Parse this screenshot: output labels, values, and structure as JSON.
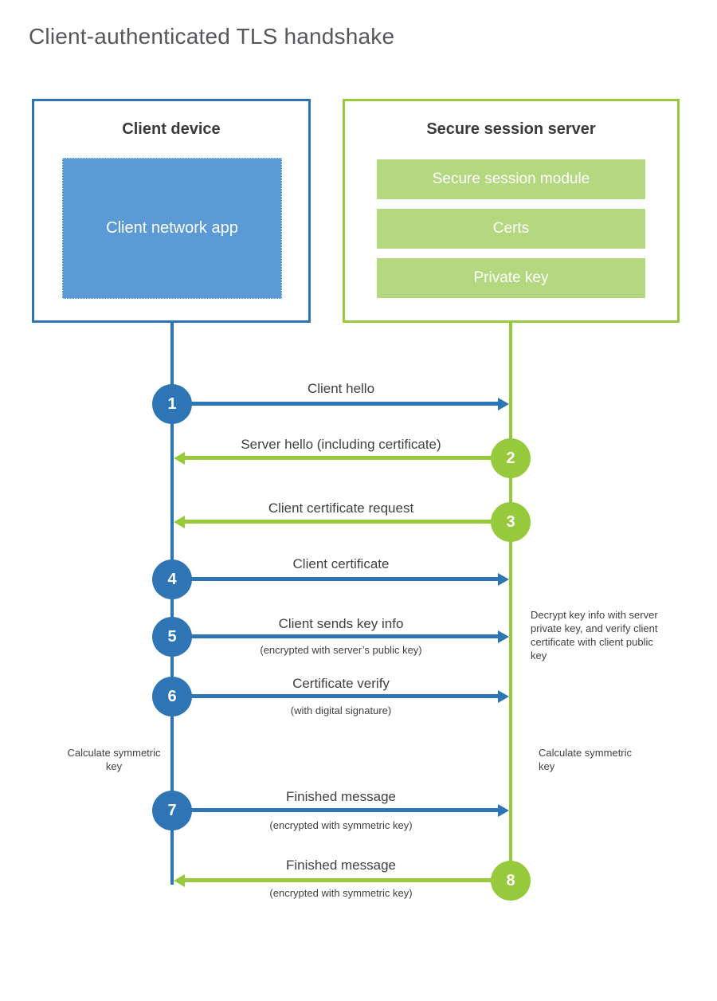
{
  "title": "Client-authenticated TLS handshake",
  "colors": {
    "blue": "#2e75b6",
    "blue_fill": "#5b9ad5",
    "green": "#97c93c",
    "green_fill": "#b4d87f",
    "text": "#414042"
  },
  "client": {
    "title": "Client device",
    "app_label": "Client network app"
  },
  "server": {
    "title": "Secure session server",
    "modules": [
      "Secure session module",
      "Certs",
      "Private key"
    ]
  },
  "messages": [
    {
      "step": "1",
      "label": "Client hello",
      "from": "client",
      "to": "server"
    },
    {
      "step": "2",
      "label": "Server hello (including certificate)",
      "from": "server",
      "to": "client"
    },
    {
      "step": "3",
      "label": "Client certificate request",
      "from": "server",
      "to": "client"
    },
    {
      "step": "4",
      "label": "Client certificate",
      "from": "client",
      "to": "server"
    },
    {
      "step": "5",
      "label": "Client sends key info",
      "sublabel": "(encrypted with server’s public key)",
      "from": "client",
      "to": "server"
    },
    {
      "step": "6",
      "label": "Certificate verify",
      "sublabel": "(with digital signature)",
      "from": "client",
      "to": "server"
    },
    {
      "step": "7",
      "label": "Finished message",
      "sublabel": "(encrypted with symmetric key)",
      "from": "client",
      "to": "server"
    },
    {
      "step": "8",
      "label": "Finished message",
      "sublabel": "(encrypted with symmetric key)",
      "from": "server",
      "to": "client"
    }
  ],
  "notes": {
    "decrypt": "Decrypt key info with server private key, and verify client certificate with client public key",
    "calc_left": "Calculate symmetric key",
    "calc_right": "Calculate symmetric key"
  }
}
